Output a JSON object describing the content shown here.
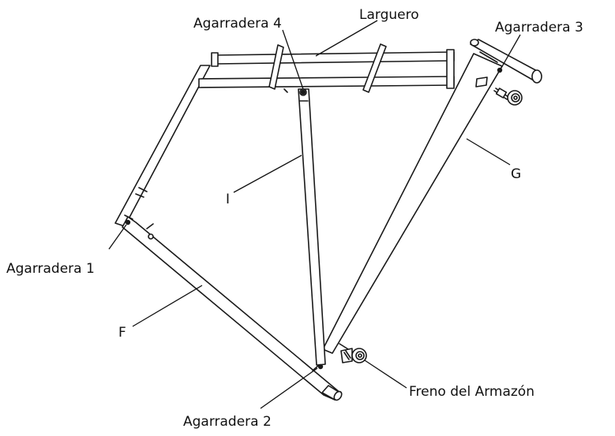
{
  "diagram": {
    "labels": {
      "larguero": "Larguero",
      "agarradera_4": "Agarradera 4",
      "agarradera_3": "Agarradera 3",
      "agarradera_1": "Agarradera 1",
      "agarradera_2": "Agarradera 2",
      "freno": "Freno del Armazón",
      "i": "I",
      "g": "G",
      "f": "F"
    },
    "colors": {
      "line": "#1a1a1a",
      "background": "#ffffff"
    }
  }
}
